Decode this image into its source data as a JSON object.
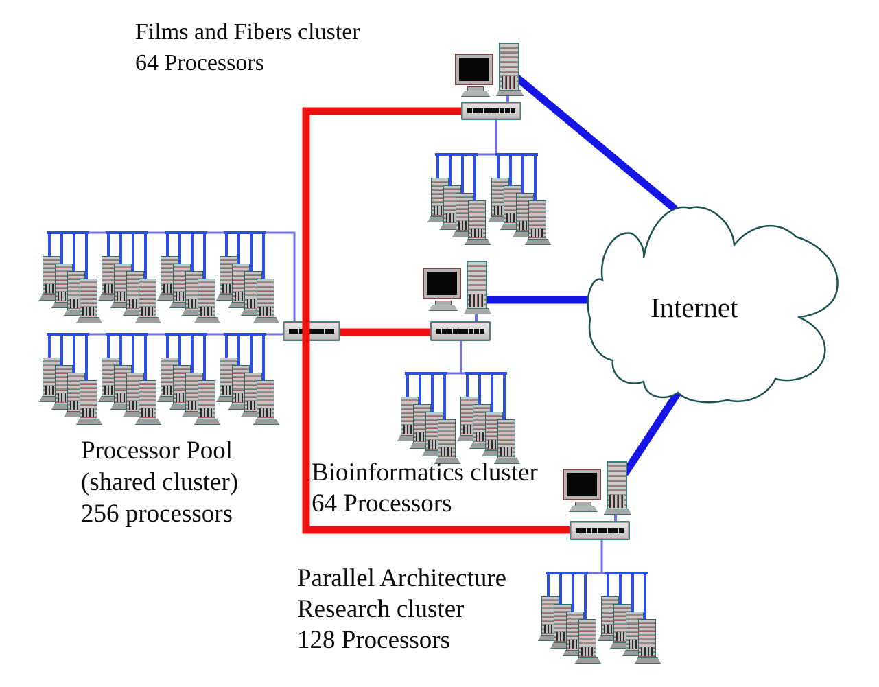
{
  "diagram": {
    "description": "Campus cluster network diagram",
    "internet_label": "Internet",
    "clusters": {
      "films": {
        "label_lines": [
          "Films and Fibers cluster",
          "64 Processors"
        ]
      },
      "pool": {
        "label_lines": [
          "Processor Pool",
          "(shared cluster)",
          "256 processors"
        ]
      },
      "bio": {
        "label_lines": [
          "Bioinformatics cluster",
          "64 Processors"
        ]
      },
      "parallel": {
        "label_lines": [
          "Parallel Architecture",
          "Research cluster",
          "128 Processors"
        ]
      }
    },
    "colors": {
      "backbone_red": "#ee1111",
      "internet_link_blue": "#1515e6",
      "cluster_cable_blue": "#2e50e2",
      "bus_lavender": "#7070e8",
      "cloud_outline": "#1d5252",
      "cloud_fill": "#ffffff"
    },
    "icons": {
      "switch-icon": "gray box with 9 black ports",
      "workstation-icon": "monitor + tower PC",
      "server-tower-icon": "striped rack tower",
      "internet-cloud-icon": "outlined cloud"
    }
  }
}
